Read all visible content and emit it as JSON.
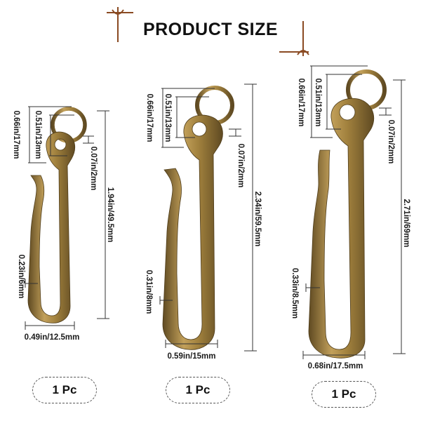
{
  "title": "PRODUCT SIZE",
  "colors": {
    "ornament": "#8a4a22",
    "metal_light": "#c2a05a",
    "metal_mid": "#a0803d",
    "metal_dark": "#5f4a22",
    "dimension_line": "#333333"
  },
  "products": [
    {
      "quantity_label": "1 Pc",
      "total_height": "1.94in/49.5mm",
      "width": "0.49in/12.5mm",
      "ring_outer": "0.66in/17mm",
      "ring_inner": "0.51in/13mm",
      "wire": "0.07in/2mm",
      "hook_wire": "0.23in/6mm"
    },
    {
      "quantity_label": "1 Pc",
      "total_height": "2.34in/59.5mm",
      "width": "0.59in/15mm",
      "ring_outer": "0.66in/17mm",
      "ring_inner": "0.51in/13mm",
      "wire": "0.07in/2mm",
      "hook_wire": "0.31in/8mm"
    },
    {
      "quantity_label": "1 Pc",
      "total_height": "2.71in/69mm",
      "width": "0.68in/17.5mm",
      "ring_outer": "0.66in/17mm",
      "ring_inner": "0.51in/13mm",
      "wire": "0.07in/2mm",
      "hook_wire": "0.33in/8.5mm"
    }
  ]
}
